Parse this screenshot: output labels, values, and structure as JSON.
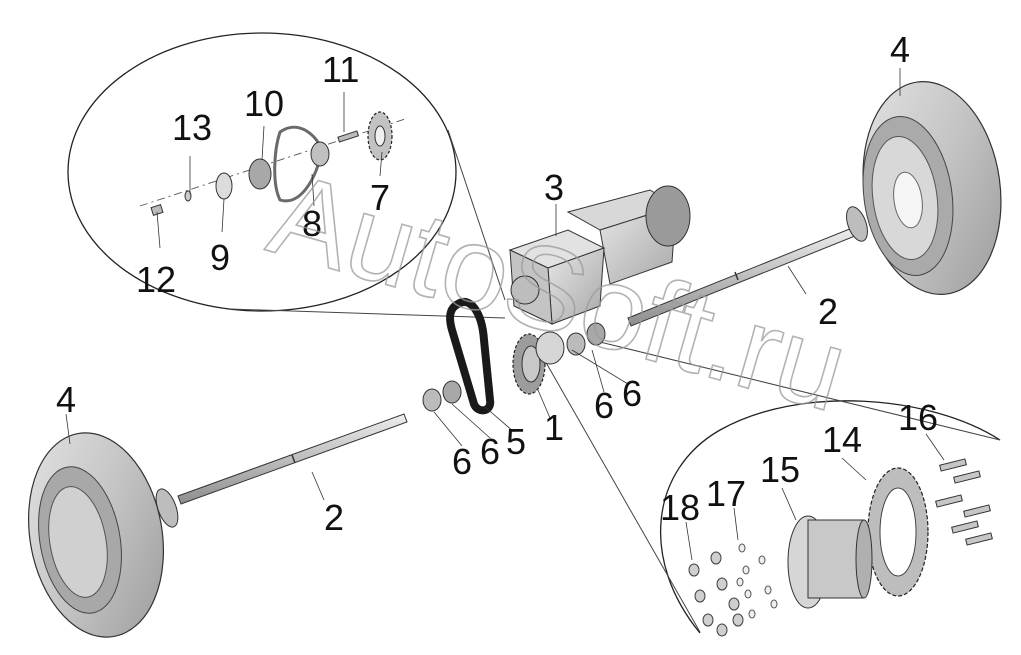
{
  "watermark": "AutoSoft.ru",
  "callouts": {
    "c1": "1",
    "c2a": "2",
    "c2b": "2",
    "c3": "3",
    "c4a": "4",
    "c4b": "4",
    "c5": "5",
    "c6a": "6",
    "c6b": "6",
    "c6c": "6",
    "c6d": "6",
    "c7": "7",
    "c8": "8",
    "c9": "9",
    "c10": "10",
    "c11": "11",
    "c12": "12",
    "c13": "13",
    "c14": "14",
    "c15": "15",
    "c16": "16",
    "c17": "17",
    "c18": "18"
  },
  "colors": {
    "line": "#222222",
    "part_fill": "#d4d4d4",
    "part_dark": "#8c8c8c",
    "tire": "#c9c9c9"
  }
}
